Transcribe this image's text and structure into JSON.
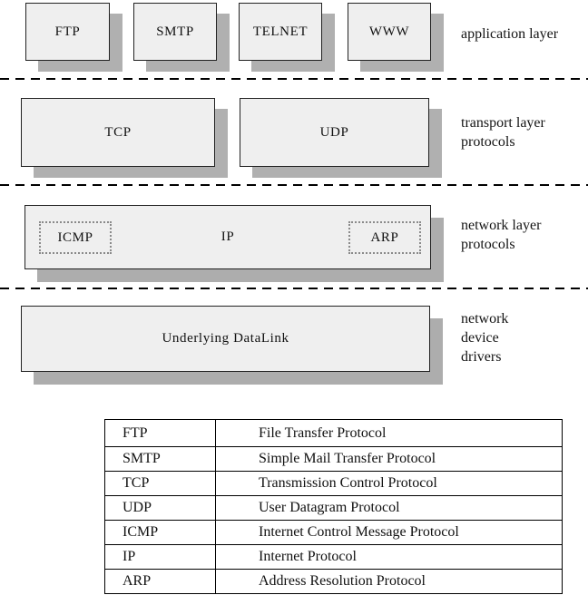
{
  "diagram": {
    "layers": [
      {
        "name": "application",
        "side_label": "application layer",
        "boxes": [
          {
            "label": "FTP"
          },
          {
            "label": "SMTP"
          },
          {
            "label": "TELNET"
          },
          {
            "label": "WWW"
          }
        ]
      },
      {
        "name": "transport",
        "side_label": "transport layer\nprotocols",
        "boxes": [
          {
            "label": "TCP"
          },
          {
            "label": "UDP"
          }
        ]
      },
      {
        "name": "network",
        "side_label": "network layer\nprotocols",
        "boxes": [
          {
            "label": "IP"
          }
        ],
        "sub_boxes": [
          {
            "label": "ICMP"
          },
          {
            "label": "ARP"
          }
        ]
      },
      {
        "name": "datalink",
        "side_label": "network\ndevice\ndrivers",
        "boxes": [
          {
            "label": "Underlying DataLink"
          }
        ]
      }
    ]
  },
  "legend": {
    "rows": [
      {
        "abbr": "FTP",
        "full": "File Transfer Protocol"
      },
      {
        "abbr": "SMTP",
        "full": "Simple Mail Transfer Protocol"
      },
      {
        "abbr": "TCP",
        "full": "Transmission Control Protocol"
      },
      {
        "abbr": "UDP",
        "full": "User Datagram Protocol"
      },
      {
        "abbr": "ICMP",
        "full": "Internet Control Message Protocol"
      },
      {
        "abbr": "IP",
        "full": "Internet Protocol"
      },
      {
        "abbr": "ARP",
        "full": "Address Resolution Protocol"
      }
    ]
  },
  "colors": {
    "box_fill": "#efefef",
    "box_shadow": "#b0b0b0",
    "border": "#000000",
    "background": "#ffffff"
  }
}
